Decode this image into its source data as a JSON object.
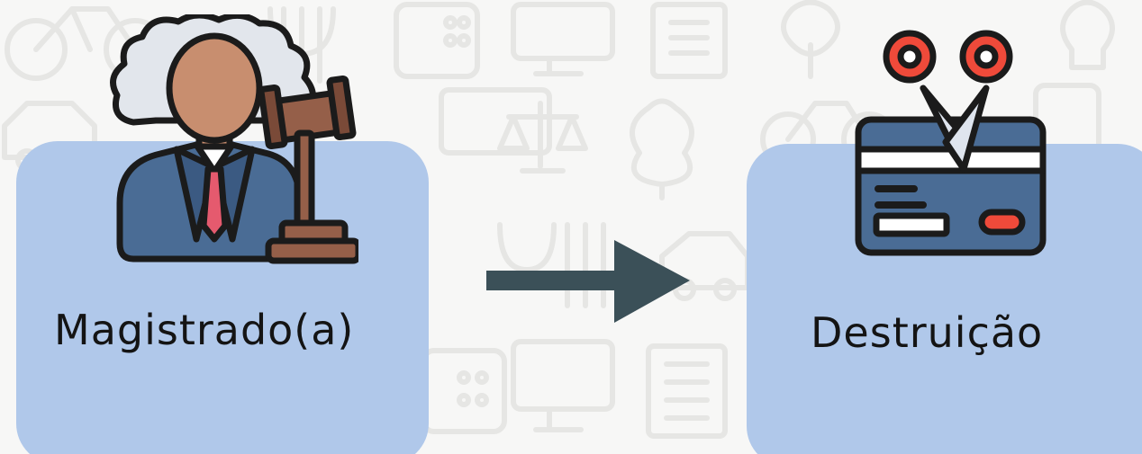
{
  "nodes": [
    {
      "id": "magistrado",
      "label": "Magistrado(a)",
      "icon": "judge-with-gavel-icon"
    },
    {
      "id": "destruicao",
      "label": "Destruição",
      "icon": "scissors-cutting-card-icon"
    }
  ],
  "edges": [
    {
      "from": "magistrado",
      "to": "destruicao"
    }
  ],
  "colors": {
    "card_fill": "#b0c8ea",
    "arrow": "#3b5058",
    "text": "#141414",
    "background": "#f7f7f6"
  }
}
